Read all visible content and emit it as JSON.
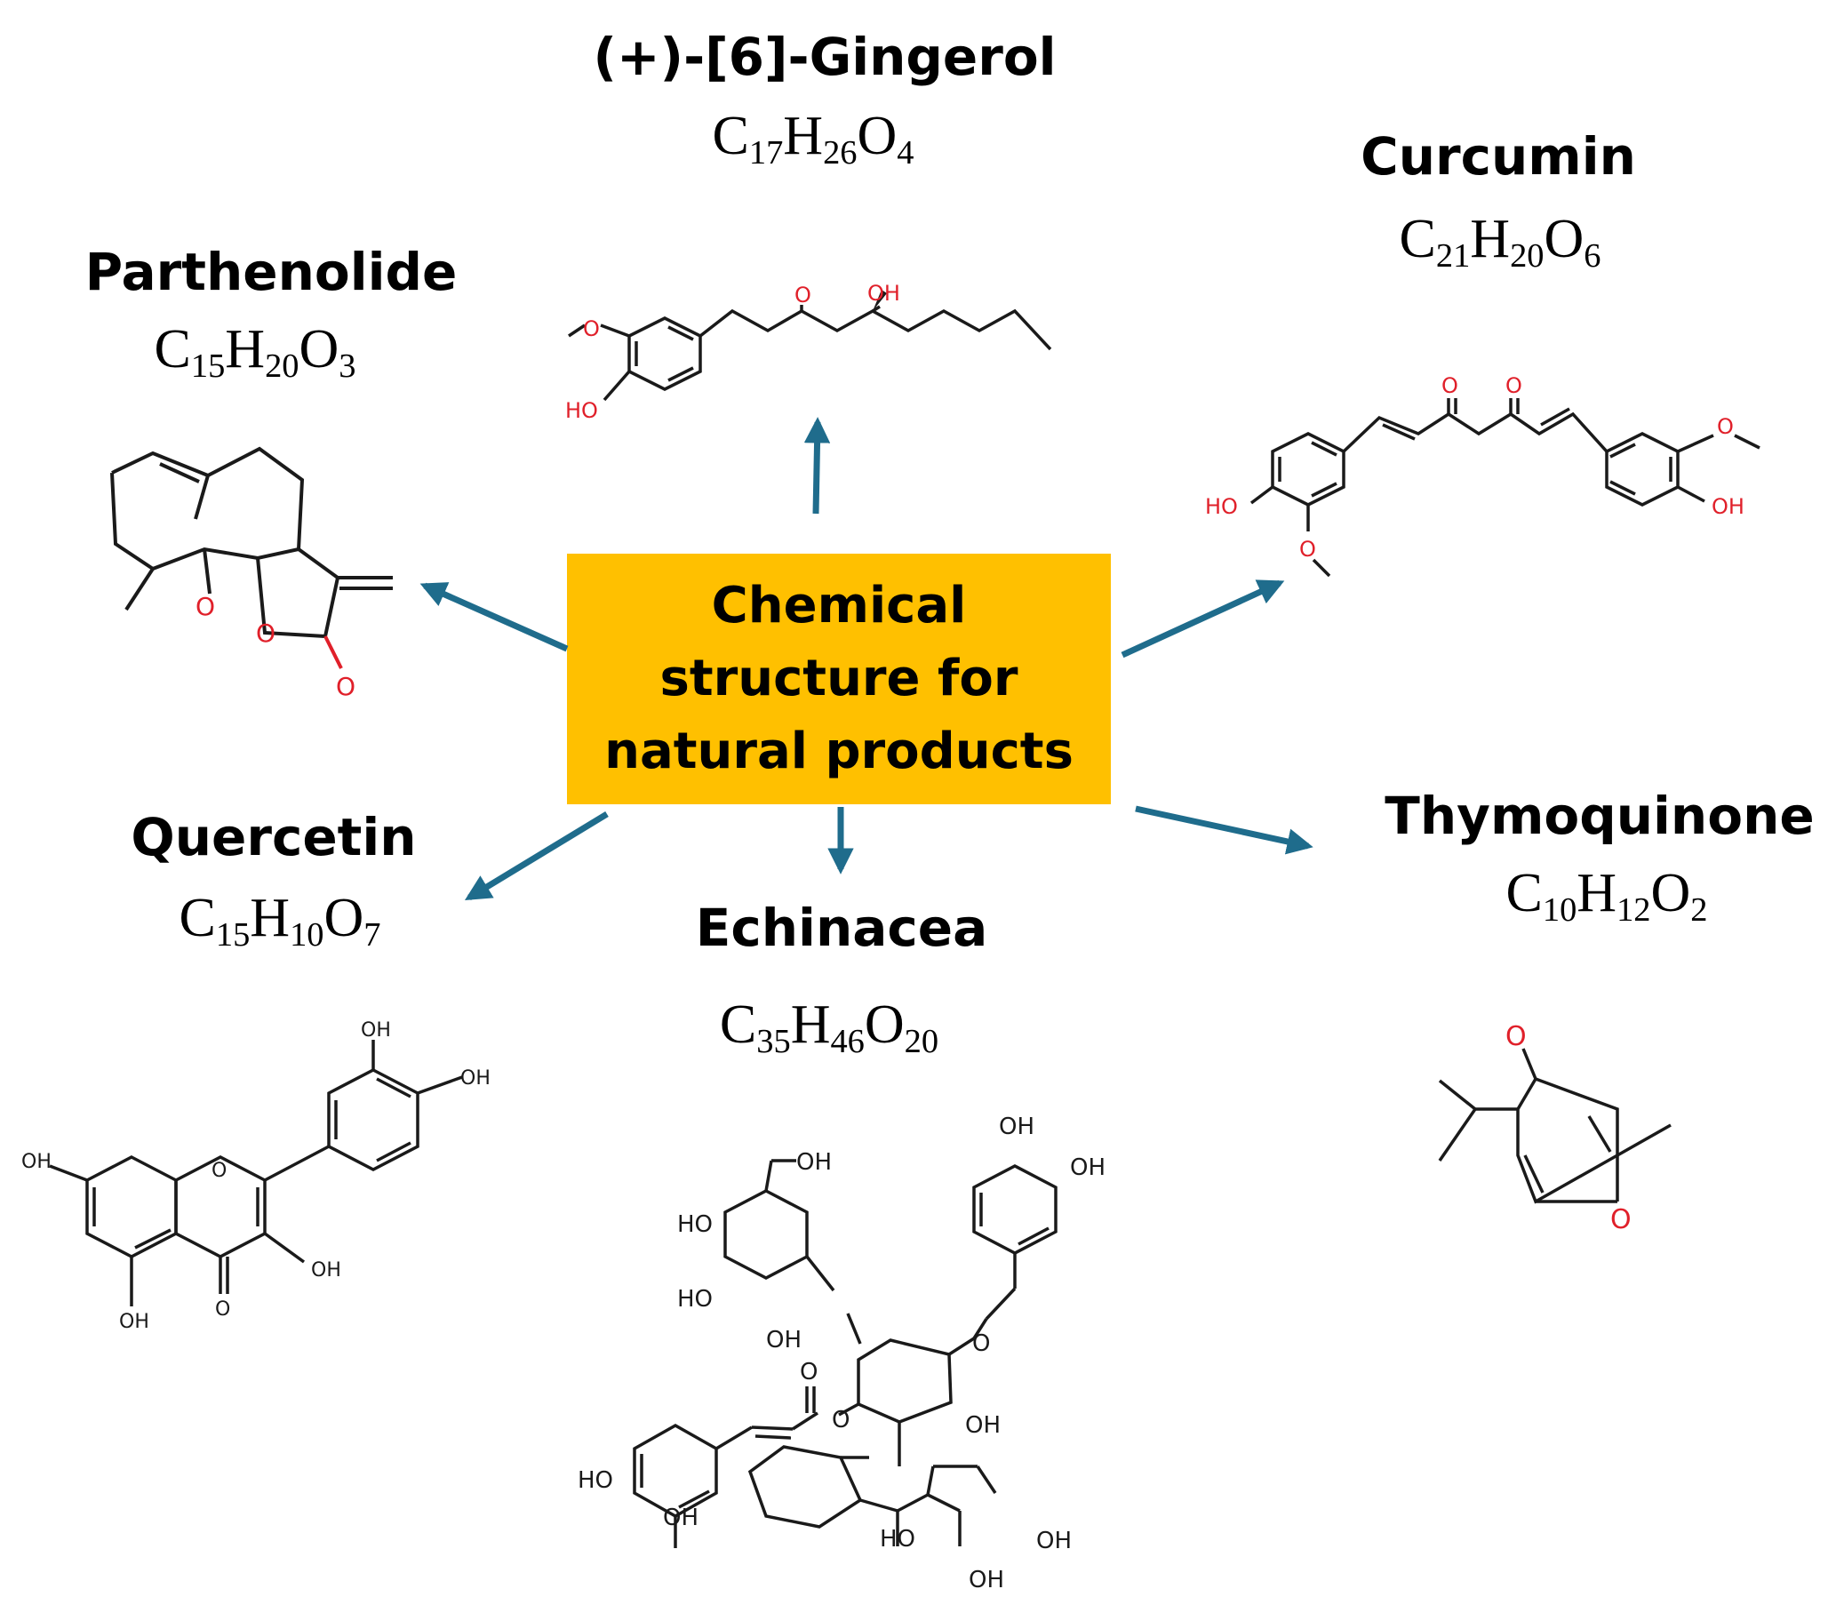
{
  "center_label": {
    "line1": "Chemical",
    "line2": "structure for",
    "line3": "natural products"
  },
  "compounds": {
    "gingerol": {
      "name": "(+)-[6]-Gingerol",
      "formula": {
        "e1": "C",
        "n1": "17",
        "e2": "H",
        "n2": "26",
        "e3": "O",
        "n3": "4"
      }
    },
    "curcumin": {
      "name": "Curcumin",
      "formula": {
        "e1": "C",
        "n1": "21",
        "e2": "H",
        "n2": "20",
        "e3": "O",
        "n3": "6"
      }
    },
    "parthenolide": {
      "name": "Parthenolide",
      "formula": {
        "e1": "C",
        "n1": "15",
        "e2": "H",
        "n2": "20",
        "e3": "O",
        "n3": "3"
      }
    },
    "quercetin": {
      "name": "Quercetin",
      "formula": {
        "e1": "C",
        "n1": "15",
        "e2": "H",
        "n2": "10",
        "e3": "O",
        "n3": "7"
      }
    },
    "echinacea": {
      "name": "Echinacea",
      "formula": {
        "e1": "C",
        "n1": "35",
        "e2": "H",
        "n2": "46",
        "e3": "O",
        "n3": "20"
      }
    },
    "thymoquinone": {
      "name": "Thymoquinone",
      "formula": {
        "e1": "C",
        "n1": "10",
        "e2": "H",
        "n2": "12",
        "e3": "O",
        "n3": "2"
      }
    }
  },
  "atom_labels": {
    "oxygen": "O",
    "hydroxyl": "OH",
    "hydroxyl_left": "HO"
  },
  "colors": {
    "center_fill": "#FFC000",
    "arrow": "#1F6C8C",
    "heteroatom": "#E0202A",
    "bond": "#1a1a1a"
  }
}
